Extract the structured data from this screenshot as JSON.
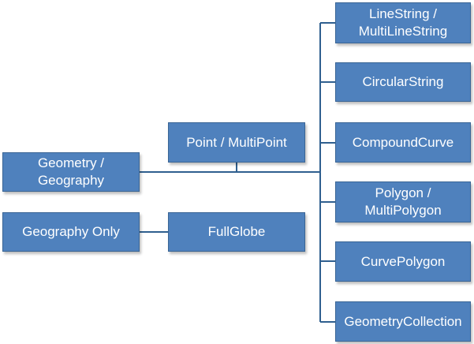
{
  "nodes": {
    "geometry_geography": {
      "line1": "Geometry /",
      "line2": "Geography"
    },
    "geography_only": {
      "label": "Geography Only"
    },
    "point_multipoint": {
      "label": "Point / MultiPoint"
    },
    "fullglobe": {
      "label": "FullGlobe"
    },
    "linestring": {
      "line1": "LineString /",
      "line2": "MultiLineString"
    },
    "circularstring": {
      "label": "CircularString"
    },
    "compoundcurve": {
      "label": "CompoundCurve"
    },
    "polygon": {
      "line1": "Polygon /",
      "line2": "MultiPolygon"
    },
    "curvepolygon": {
      "label": "CurvePolygon"
    },
    "geometrycollection": {
      "label": "GeometryCollection"
    }
  },
  "colors": {
    "box_fill": "#4f81bd",
    "box_border": "#3a6595",
    "connector": "#2f5f8f",
    "text": "#ffffff"
  }
}
